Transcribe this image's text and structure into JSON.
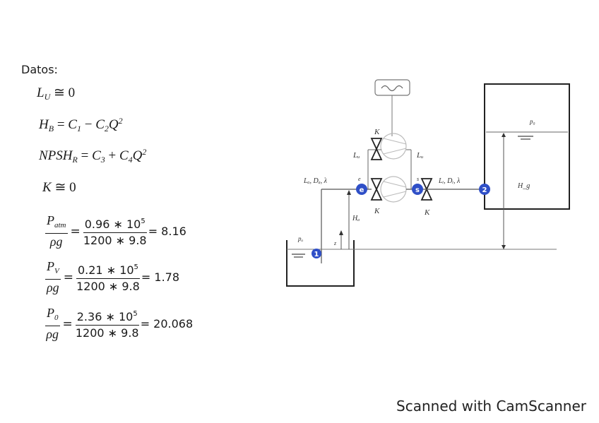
{
  "heading": "Datos:",
  "given": {
    "lu": {
      "lhs": "L",
      "sub": "U",
      "rel": "≅",
      "rhs": "0"
    },
    "hb": {
      "lhs": "H",
      "sub": "B",
      "rel": "=",
      "c1": "C",
      "c1sub": "1",
      "minus": "−",
      "c2": "C",
      "c2sub": "2",
      "q": "Q",
      "pow": "2"
    },
    "npsh": {
      "lhs": "NPSH",
      "sub": "R",
      "rel": "=",
      "c3": "C",
      "c3sub": "3",
      "plus": "+",
      "c4": "C",
      "c4sub": "4",
      "q": "Q",
      "pow": "2"
    },
    "k": {
      "lhs": "K",
      "rel": "≅",
      "rhs": "0"
    }
  },
  "calculations": [
    {
      "num": "P",
      "num_sub": "atm",
      "den": "ρg",
      "value_num": "0.96 ∗ 10",
      "value_pow": "5",
      "value_den": "1200 ∗ 9.8",
      "result": "= 8.16"
    },
    {
      "num": "P",
      "num_sub": "V",
      "den": "ρg",
      "value_num": "0.21 ∗ 10",
      "value_pow": "5",
      "value_den": "1200 ∗ 9.8",
      "result": "= 1.78"
    },
    {
      "num": "P",
      "num_sub": "0",
      "den": "ρg",
      "value_num": "2.36 ∗ 10",
      "value_pow": "5",
      "value_den": "1200 ∗ 9.8",
      "result": "= 20.068"
    }
  ],
  "diagram": {
    "labels": {
      "k_top": "K",
      "k_bottom_left": "K",
      "k_bottom_right": "K",
      "lu_left": "Lᵤ",
      "lu_right": "Lᵤ",
      "suction_pipe": "Lₐ, Dₐ, λ",
      "discharge_pipe": "Lᵢ, Dᵢ, λ",
      "ha": "Hₐ",
      "hg": "H_g",
      "pa": "pₐ",
      "p0": "p₀",
      "z": "z",
      "e_small": "e",
      "s_small": "s"
    },
    "nodes": {
      "n1": "1",
      "e": "e",
      "s": "s",
      "n2": "2"
    },
    "node_color": "#2f4fc7",
    "motor_symbol": "~"
  },
  "footer": "Scanned with CamScanner"
}
